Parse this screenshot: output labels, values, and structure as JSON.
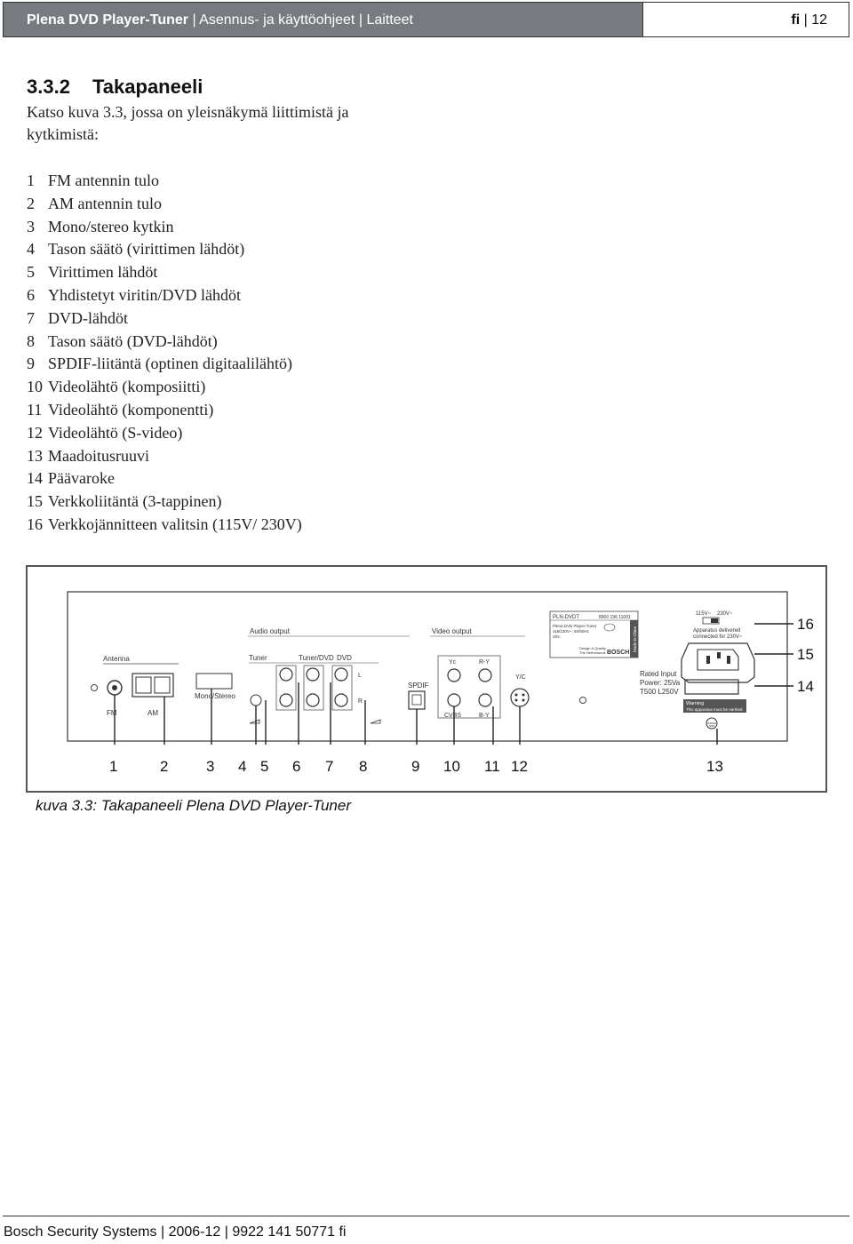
{
  "header": {
    "product": "Plena DVD Player-Tuner",
    "section": "Asennus- ja käyttöohjeet",
    "chapter": "Laitteet",
    "lang": "fi",
    "page": "12"
  },
  "section": {
    "number": "3.3.2",
    "title": "Takapaneeli",
    "intro": "Katso kuva 3.3, jossa on yleisnäkymä liittimistä ja kytkimistä:"
  },
  "items": [
    {
      "num": "1",
      "text": "FM antennin tulo"
    },
    {
      "num": "2",
      "text": "AM antennin tulo"
    },
    {
      "num": "3",
      "text": "Mono/stereo kytkin"
    },
    {
      "num": "4",
      "text": "Tason säätö (virittimen lähdöt)"
    },
    {
      "num": "5",
      "text": "Virittimen lähdöt"
    },
    {
      "num": "6",
      "text": "Yhdistetyt viritin/DVD lähdöt"
    },
    {
      "num": "7",
      "text": "DVD-lähdöt"
    },
    {
      "num": "8",
      "text": "Tason säätö (DVD-lähdöt)"
    },
    {
      "num": "9",
      "text": "SPDIF-liitäntä (optinen digitaalilähtö)"
    },
    {
      "num": "10",
      "text": "Videolähtö (komposiitti)"
    },
    {
      "num": "11",
      "text": "Videolähtö (komponentti)"
    },
    {
      "num": "12",
      "text": "Videolähtö (S-video)"
    },
    {
      "num": "13",
      "text": "Maadoitusruuvi"
    },
    {
      "num": "14",
      "text": "Päävaroke"
    },
    {
      "num": "15",
      "text": "Verkkoliitäntä (3-tappinen)"
    },
    {
      "num": "16",
      "text": "Verkkojännitteen valitsin (115V/ 230V)"
    }
  ],
  "figure": {
    "caption": "kuva 3.3: Takapaneeli Plena DVD Player-Tuner",
    "panel_labels": {
      "antenna": "Antenna",
      "fm": "FM",
      "am": "AM",
      "mono_stereo": "Mono/Stereo",
      "audio_output": "Audio output",
      "tuner": "Tuner",
      "tuner_dvd": "Tuner/DVD",
      "dvd": "DVD",
      "l": "L",
      "r": "R",
      "spdif": "SPDIF",
      "video_output": "Video output",
      "yc": "Yc",
      "r_y": "R-Y",
      "cvbs": "CVBS",
      "b_y": "B-Y",
      "y_c": "Y/C",
      "rating_model": "PLN-DVDT",
      "rating_code": "8900 196 11001",
      "rating_line1": "Plena DVD Player-Tuner",
      "rating_line2": "115/230V~; 50/60Hz",
      "rating_line3": "S/N:",
      "rating_design": "Design & Quality",
      "rating_country": "The Netherlands",
      "rating_brand": "BOSCH",
      "rating_made": "Made in China",
      "rated_input": "Rated Input",
      "power": "Power: 25Va",
      "fuse": "T500 L250V",
      "v115": "115V~",
      "v230": "230V~",
      "apparatus1": "Apparatus delivered",
      "apparatus2": "connected for 230V~",
      "warning": "Warning",
      "warning_text": "This apparatus must be earthed"
    },
    "callouts": [
      "1",
      "2",
      "3",
      "4",
      "5",
      "6",
      "7",
      "8",
      "9",
      "10",
      "11",
      "12",
      "13",
      "14",
      "15",
      "16"
    ]
  },
  "footer": {
    "company": "Bosch Security Systems",
    "date": "2006-12",
    "doc": "9922 141 50771",
    "lang": "fi"
  }
}
